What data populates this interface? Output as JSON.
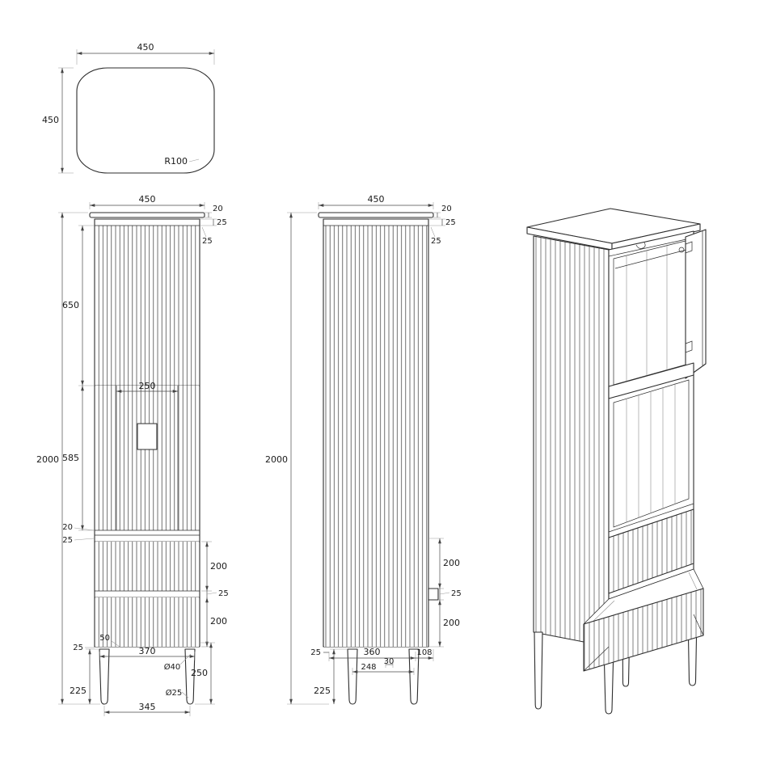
{
  "drawing": {
    "top_view": {
      "width": "450",
      "depth": "450",
      "corner_radius": "R100"
    },
    "front_view": {
      "width": "450",
      "top_overhang": "20",
      "top_thickness": "25",
      "top_inset": "25",
      "door_height": "650",
      "niche_height": "585",
      "overall_height": "2000",
      "shelf_gap": "20",
      "shelf_thickness": "25",
      "inner_width": "250",
      "upper_drawer_height": "200",
      "drawer_gap": "25",
      "lower_drawer_height": "200",
      "plinth_height": "50",
      "bottom_inset": "25",
      "leg_height": "225",
      "leg_outer_span": "370",
      "leg_top_diameter": "Ø40",
      "leg_assembly_height": "250",
      "leg_bottom_diameter": "Ø25",
      "leg_center_span": "345"
    },
    "side_view": {
      "depth": "450",
      "top_overhang": "20",
      "top_thickness": "25",
      "top_inset": "25",
      "overall_height": "2000",
      "upper_drawer_height": "200",
      "ledge_depth": "25",
      "lower_drawer_height": "200",
      "front_inset": "25",
      "base_depth": "360",
      "front_leg_offset": "30",
      "leg_center_span": "248",
      "rear_offset": "108",
      "leg_height": "225"
    }
  }
}
